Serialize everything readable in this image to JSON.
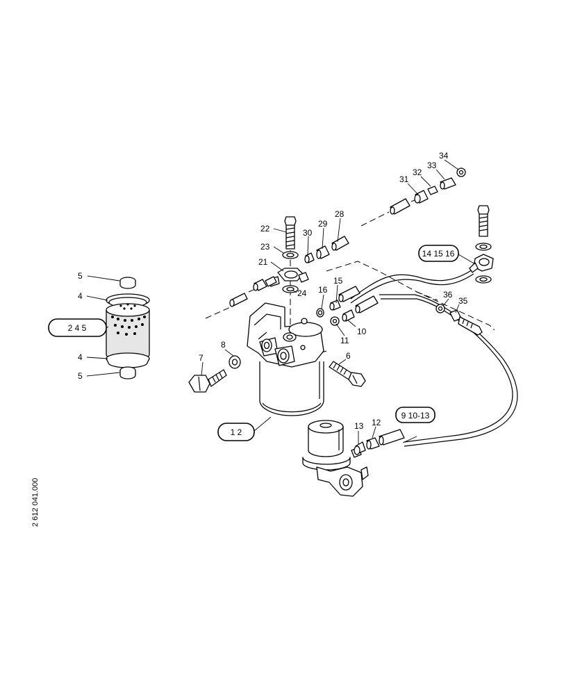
{
  "diagram": {
    "reference_number": "2 612 041.000",
    "callouts": {
      "c4a": "4",
      "c4b": "4",
      "c5a": "5",
      "c5b": "5",
      "c6": "6",
      "c7": "7",
      "c8": "8",
      "c10": "10",
      "c11": "11",
      "c12": "12",
      "c13": "13",
      "c15": "15",
      "c16": "16",
      "c21": "21",
      "c22": "22",
      "c23": "23",
      "c24": "24",
      "c28": "28",
      "c29": "29",
      "c30": "30",
      "c31": "31",
      "c32": "32",
      "c33": "33",
      "c34": "34",
      "c35": "35",
      "c36": "36"
    },
    "kits": {
      "k245": "2 4 5",
      "k12": "1  2",
      "k910": "9 10-13",
      "k141516": "14 15 16"
    }
  }
}
